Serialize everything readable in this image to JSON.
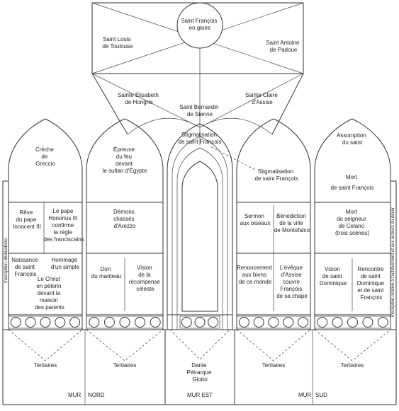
{
  "ceiling": {
    "center": [
      "Saint François",
      "en gloire"
    ],
    "left": [
      "Saint Louis",
      "de Toulouse"
    ],
    "right": [
      "Saint Antoine",
      "de Padoue"
    ],
    "bottom_left": [
      "Sainte Élisabeth",
      "de Hongrie"
    ],
    "bottom_center": [
      "Saint Bernardin",
      "de Sienne"
    ],
    "bottom_right": [
      "Sainte Claire",
      "d'Assise"
    ]
  },
  "arches": {
    "a1_top": [
      "Crèche",
      "de",
      "Greccio"
    ],
    "a1_mid_left": [
      "Rêve",
      "du pape",
      "Innocent III"
    ],
    "a1_mid_right": [
      "Le pape",
      "Honorius III",
      "confirme",
      "la règle",
      "des franciscains"
    ],
    "a1_bot_left": [
      "Naissance",
      "de saint",
      "François"
    ],
    "a1_bot_right": [
      "Hommage",
      "d'un simple"
    ],
    "a1_bot_center": [
      "Le Christ",
      "en pèlerin",
      "devant la",
      "maison",
      "des parents"
    ],
    "a2_top": [
      "Épreuve",
      "du feu",
      "devant",
      "le sultan d'Égypte"
    ],
    "a2_mid": [
      "Démons",
      "chassés",
      "d'Arezzo"
    ],
    "a2_bot_left": [
      "Don",
      "du manteau"
    ],
    "a2_bot_right": [
      "Vision",
      "de la",
      "récompense",
      "céleste"
    ],
    "a3_top": [
      "Stigmatisation",
      "de saint François"
    ],
    "a4_label": [
      "Stigmatisation",
      "de saint François"
    ],
    "a4_mid_left": [
      "Sermon",
      "aux oiseaux"
    ],
    "a4_mid_right": [
      "Bénédiction",
      "de la ville",
      "de Montefalco"
    ],
    "a4_bot_left": [
      "Renoncement",
      "aux biens",
      "de ce monde"
    ],
    "a4_bot_right": [
      "L'évêque",
      "d'Assise",
      "couvre",
      "François",
      "de sa chape"
    ],
    "a5_top": [
      "Assomption",
      "du saint"
    ],
    "a5_upper": [
      "Mort",
      "de saint François"
    ],
    "a5_mid": [
      "Mort",
      "du seigneur",
      "de Celano",
      "(trois scènes)"
    ],
    "a5_bot_left": [
      "Vision",
      "de saint",
      "Dominique"
    ],
    "a5_bot_right": [
      "Rencontre",
      "de saint",
      "Dominique",
      "et de saint",
      "François"
    ]
  },
  "side_left": "Inscription dédicatoire",
  "side_right": "Inscription relative à l'achèvement et aux auteurs du décor",
  "bottom": {
    "tertiaires_1": "Tertiaires",
    "tertiaires_2": "Tertiaires",
    "center": [
      "Dante",
      "Pétrarque",
      "Giotto"
    ],
    "tertiaires_3": "Tertiaires",
    "tertiaires_4": "Tertiaires"
  },
  "walls": {
    "mur_1": "MUR",
    "nord": "NORD",
    "mur_est": "MUR EST",
    "mur_2": "MUR",
    "sud": "SUD"
  }
}
